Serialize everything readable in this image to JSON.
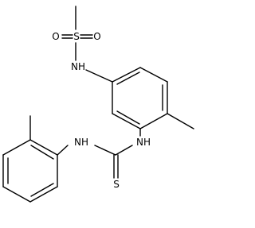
{
  "atoms": {
    "methanesulfonyl_O_left": "O",
    "methanesulfonyl_S": "S",
    "methanesulfonyl_O_right": "O",
    "sulfonamide_NH": "NH",
    "thiourea_NH_left": "NH",
    "thiourea_NH_right": "NH",
    "thiocarbonyl_S": "S"
  }
}
